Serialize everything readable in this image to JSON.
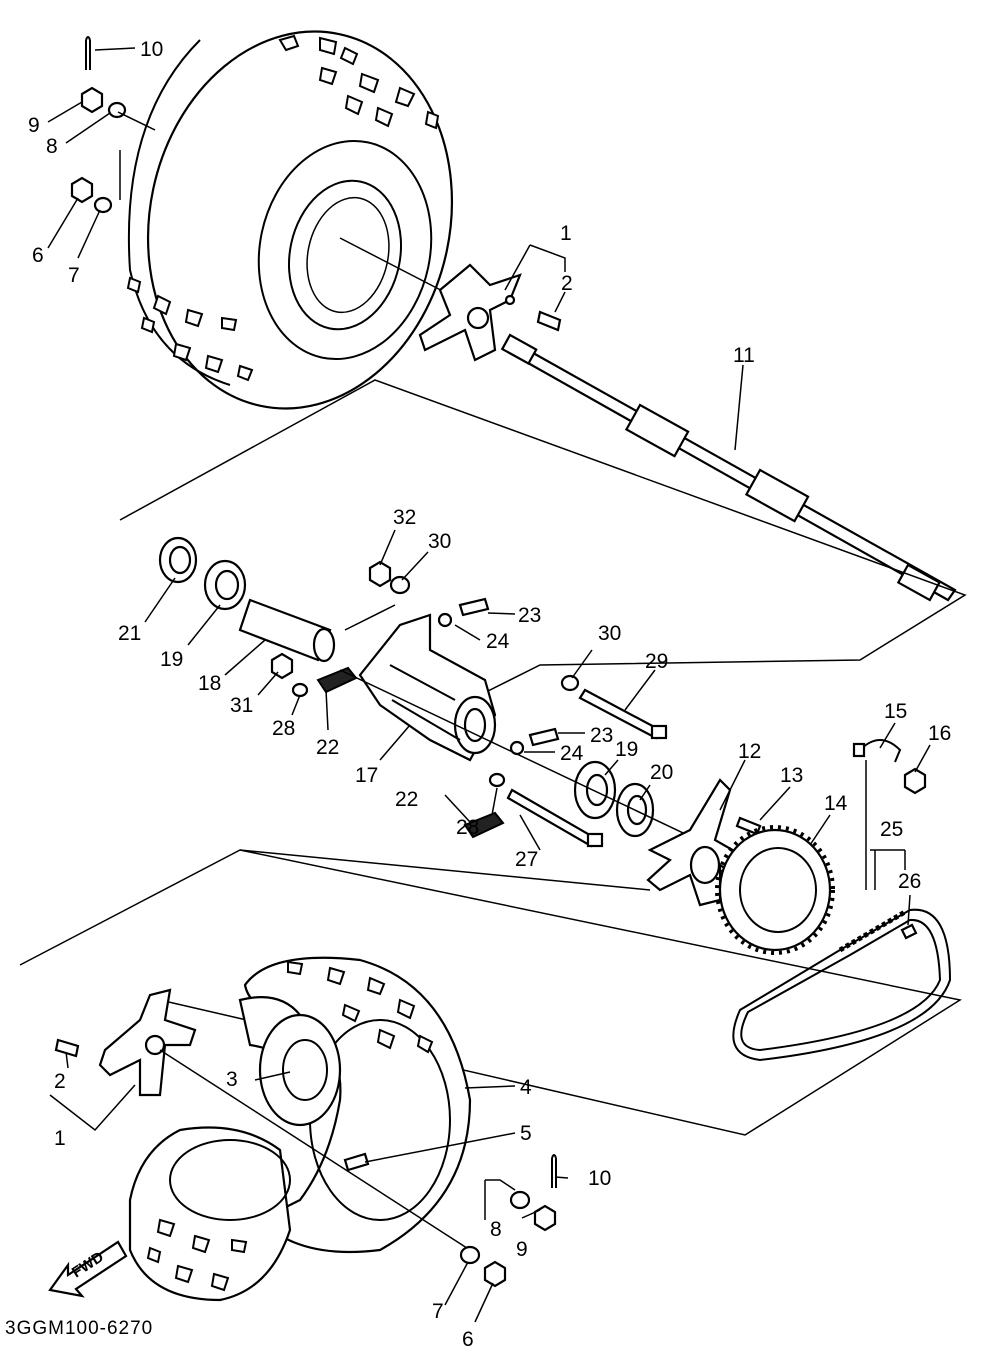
{
  "diagram": {
    "code": "3GGM100-6270",
    "fwd_label": "FWD",
    "callouts": [
      {
        "id": "c10a",
        "text": "10"
      },
      {
        "id": "c9a",
        "text": "9"
      },
      {
        "id": "c8a",
        "text": "8"
      },
      {
        "id": "c6a",
        "text": "6"
      },
      {
        "id": "c7a",
        "text": "7"
      },
      {
        "id": "c1a",
        "text": "1"
      },
      {
        "id": "c2a",
        "text": "2"
      },
      {
        "id": "c11",
        "text": "11"
      },
      {
        "id": "c32",
        "text": "32"
      },
      {
        "id": "c30a",
        "text": "30"
      },
      {
        "id": "c23a",
        "text": "23"
      },
      {
        "id": "c24a",
        "text": "24"
      },
      {
        "id": "c21",
        "text": "21"
      },
      {
        "id": "c19a",
        "text": "19"
      },
      {
        "id": "c18",
        "text": "18"
      },
      {
        "id": "c31",
        "text": "31"
      },
      {
        "id": "c28a",
        "text": "28"
      },
      {
        "id": "c22a",
        "text": "22"
      },
      {
        "id": "c17",
        "text": "17"
      },
      {
        "id": "c30b",
        "text": "30"
      },
      {
        "id": "c29",
        "text": "29"
      },
      {
        "id": "c23b",
        "text": "23"
      },
      {
        "id": "c24b",
        "text": "24"
      },
      {
        "id": "c19b",
        "text": "19"
      },
      {
        "id": "c22b",
        "text": "22"
      },
      {
        "id": "c28b",
        "text": "28"
      },
      {
        "id": "c20",
        "text": "20"
      },
      {
        "id": "c12",
        "text": "12"
      },
      {
        "id": "c13",
        "text": "13"
      },
      {
        "id": "c14",
        "text": "14"
      },
      {
        "id": "c15",
        "text": "15"
      },
      {
        "id": "c16",
        "text": "16"
      },
      {
        "id": "c25",
        "text": "25"
      },
      {
        "id": "c26",
        "text": "26"
      },
      {
        "id": "c27",
        "text": "27"
      },
      {
        "id": "c2b",
        "text": "2"
      },
      {
        "id": "c1b",
        "text": "1"
      },
      {
        "id": "c3",
        "text": "3"
      },
      {
        "id": "c4",
        "text": "4"
      },
      {
        "id": "c5",
        "text": "5"
      },
      {
        "id": "c10b",
        "text": "10"
      },
      {
        "id": "c8b",
        "text": "8"
      },
      {
        "id": "c9b",
        "text": "9"
      },
      {
        "id": "c7b",
        "text": "7"
      },
      {
        "id": "c6b",
        "text": "6"
      }
    ]
  }
}
